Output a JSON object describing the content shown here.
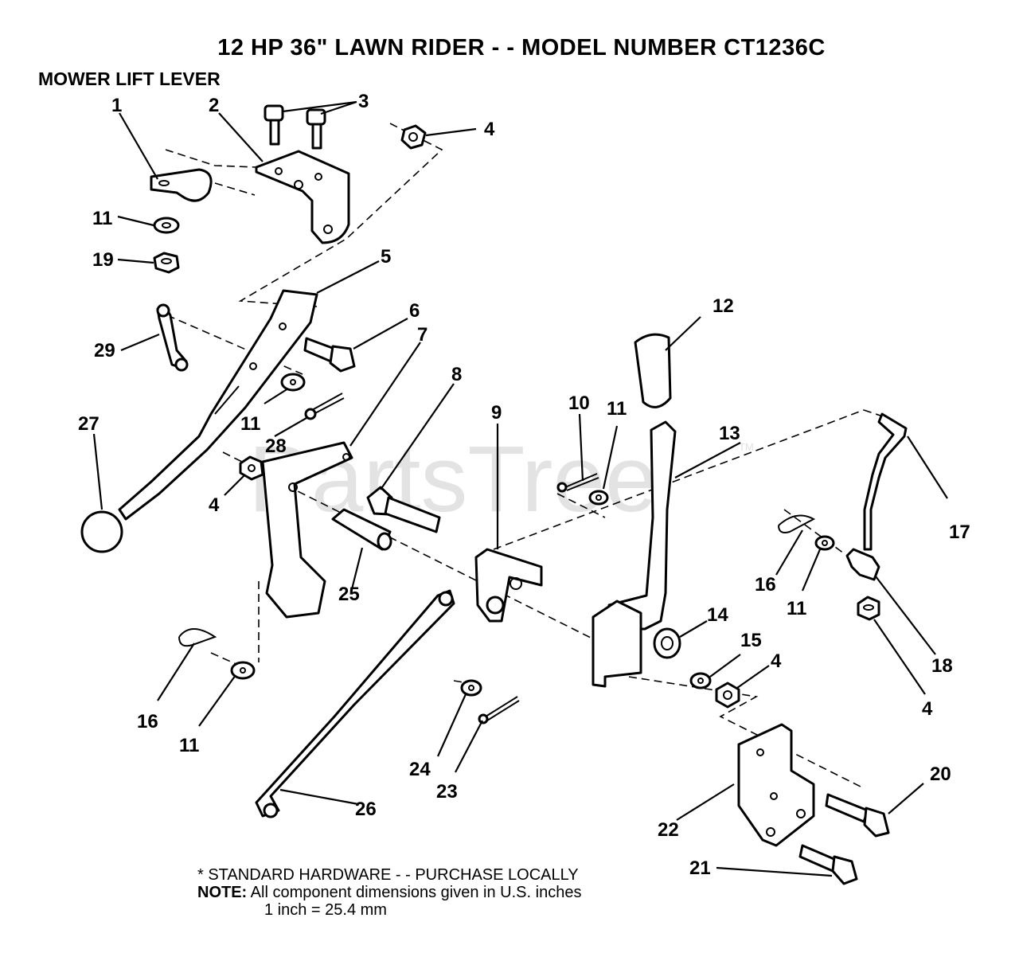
{
  "header": {
    "title": "12 HP 36\" LAWN RIDER - - MODEL NUMBER CT1236C",
    "subtitle": "MOWER LIFT LEVER"
  },
  "watermark": {
    "text": "PartsTree",
    "trademark": "TM"
  },
  "callouts": [
    "1",
    "2",
    "3",
    "4",
    "4",
    "4",
    "4",
    "5",
    "6",
    "7",
    "8",
    "9",
    "10",
    "11",
    "11",
    "11",
    "11",
    "11",
    "12",
    "13",
    "14",
    "15",
    "16",
    "16",
    "17",
    "18",
    "19",
    "20",
    "21",
    "22",
    "23",
    "24",
    "25",
    "26",
    "27",
    "28",
    "29"
  ],
  "notes": {
    "hardware": "* STANDARD HARDWARE - - PURCHASE LOCALLY",
    "note_label": "NOTE:",
    "note_text": "All component dimensions given in U.S. inches",
    "conversion": "1 inch = 25.4 mm"
  }
}
